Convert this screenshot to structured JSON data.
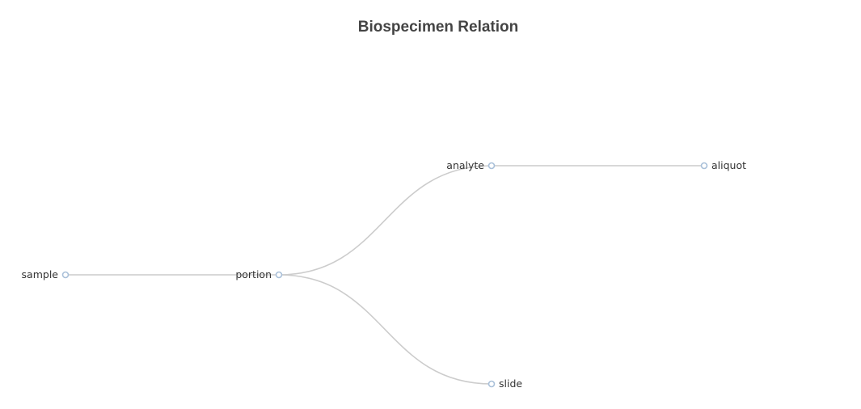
{
  "title": "Biospecimen Relation",
  "colors": {
    "title": "#444444",
    "edge": "#cccccc",
    "node_border": "#a9c0d9",
    "node_fill": "#ffffff",
    "label": "#333333"
  },
  "tree": {
    "root": "sample",
    "nodes": {
      "sample": "sample",
      "portion": "portion",
      "analyte": "analyte",
      "aliquot": "aliquot",
      "slide": "slide"
    },
    "edges": [
      [
        "sample",
        "portion"
      ],
      [
        "portion",
        "analyte"
      ],
      [
        "portion",
        "slide"
      ],
      [
        "analyte",
        "aliquot"
      ]
    ]
  }
}
